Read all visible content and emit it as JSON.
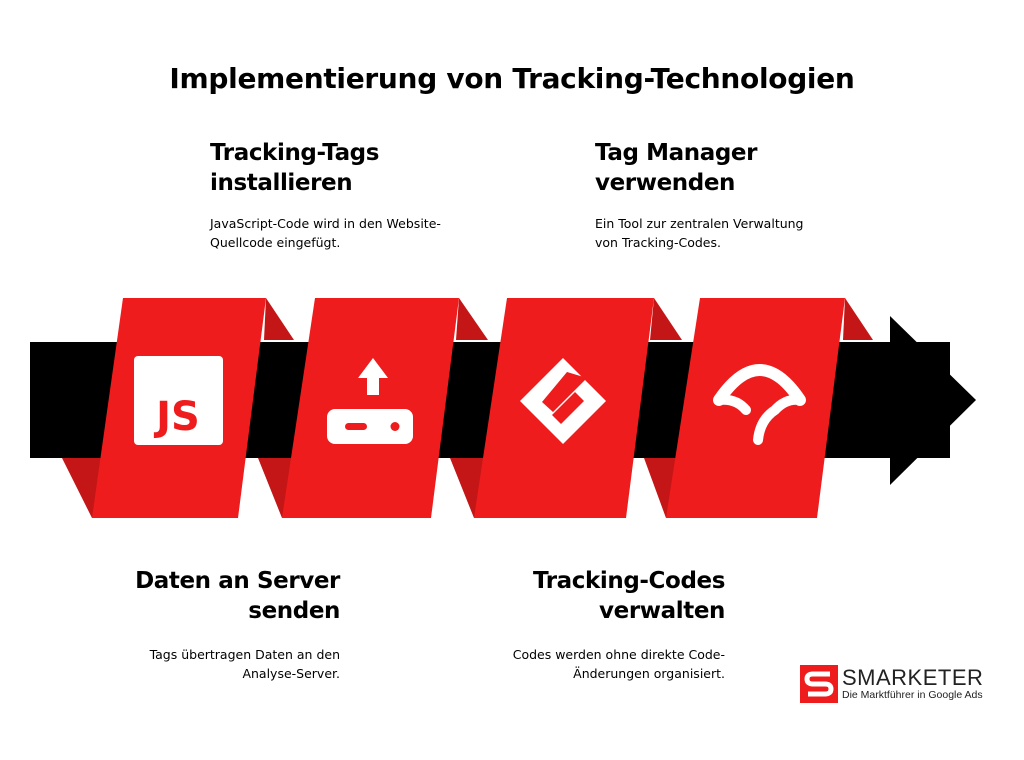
{
  "title": "Implementierung von Tracking-Technologien",
  "steps": [
    {
      "title": "Tracking-Tags\ninstallieren",
      "description": "JavaScript-Code wird in den Website-\nQuellcode eingefügt.",
      "icon": "js-file-icon",
      "icon_text": "JS"
    },
    {
      "title": "Tag Manager\nverwenden",
      "description": "Ein Tool zur zentralen Verwaltung\nvon Tracking-Codes.",
      "icon": "tag-manager-icon"
    },
    {
      "title": "Daten an Server\nsenden",
      "description": "Tags übertragen Daten an den\nAnalyse-Server.",
      "icon": "upload-router-icon"
    },
    {
      "title": "Tracking-Codes\nverwalten",
      "description": "Codes werden ohne direkte Code-\nÄnderungen organisiert.",
      "icon": "umbrella-hook-icon"
    }
  ],
  "brand": {
    "name": "SMARKETER",
    "tagline": "Die Marktführer in Google Ads"
  },
  "colors": {
    "accent": "#ee1c1c",
    "dark_red": "#c41616",
    "arrow": "#000000",
    "icon": "#ffffff"
  }
}
